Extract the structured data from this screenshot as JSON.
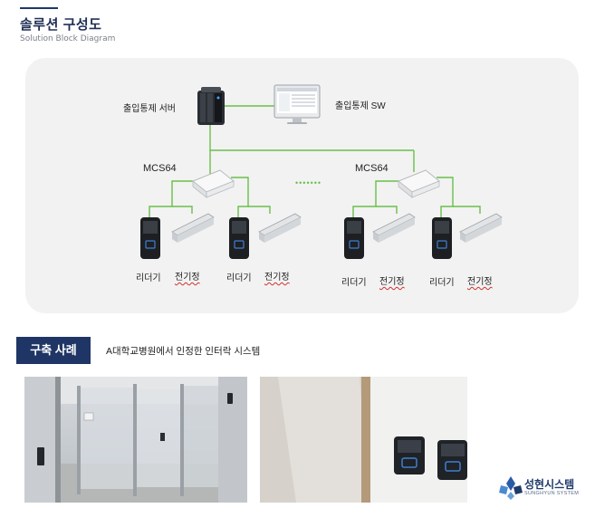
{
  "header": {
    "title": "솔루션 구성도",
    "subtitle": "Solution Block Diagram"
  },
  "diagram": {
    "server_label": "출입통제 서버",
    "sw_label": "출입통제 SW",
    "controllers": [
      {
        "label": "MCS64"
      },
      {
        "label": "MCS64"
      }
    ],
    "ellipsis": "•••••••",
    "devices": [
      {
        "reader": "리더기",
        "lock": "전기정"
      },
      {
        "reader": "리더기",
        "lock": "전기정"
      },
      {
        "reader": "리더기",
        "lock": "전기정"
      },
      {
        "reader": "리더기",
        "lock": "전기정"
      }
    ],
    "line_color": "#6abf4b"
  },
  "example": {
    "badge": "구축 사례",
    "description": "A대학교병원에서 인정한 인터락 시스템"
  },
  "logo": {
    "name": "성현시스템",
    "sub": "SUNGHYUN SYSTEM",
    "icon": "sunghyun-logo-icon"
  }
}
